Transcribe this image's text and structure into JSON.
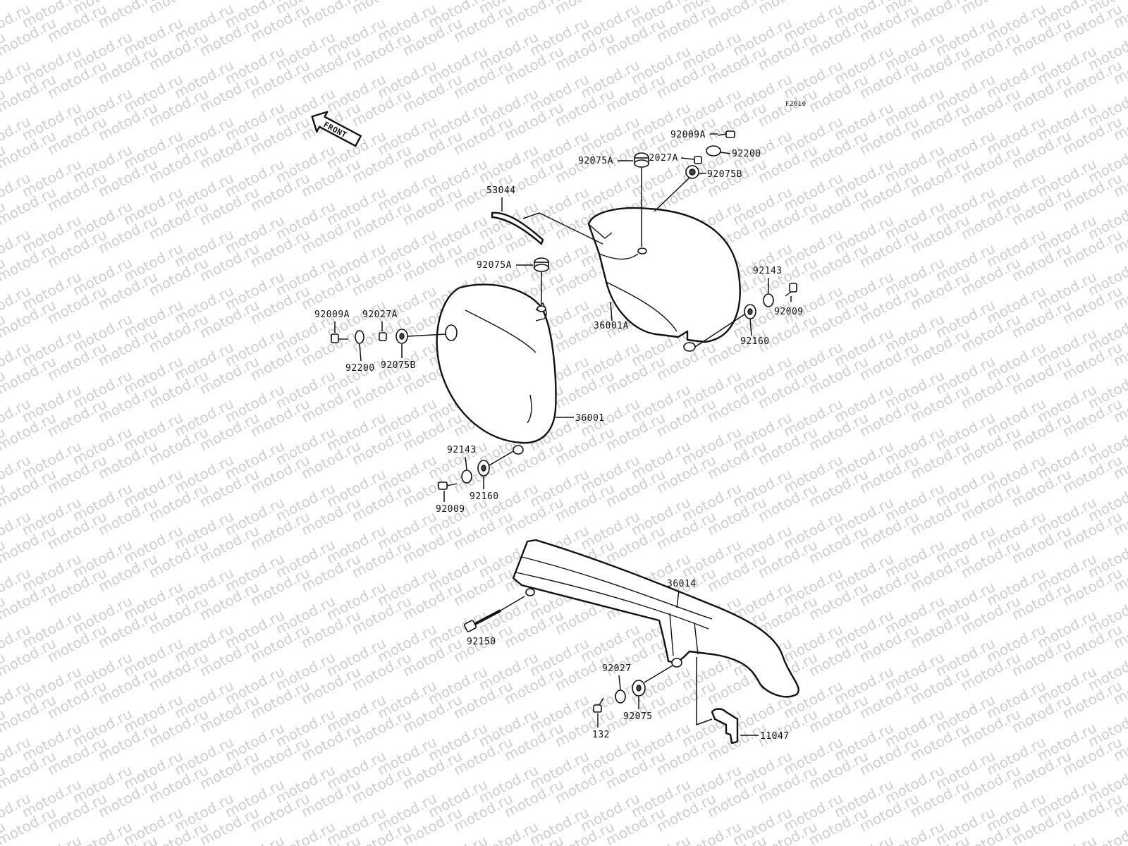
{
  "diagram": {
    "figure_id": "F2610",
    "front_arrow_label": "FRONT",
    "watermark_text": "motod.ru",
    "parts": {
      "p92009A_r": "92009A",
      "p92200_r": "92200",
      "p92027A_r": "92027A",
      "p92075B_r": "92075B",
      "p92075A_r": "92075A",
      "p53044": "53044",
      "p92075A_l": "92075A",
      "p92143_r": "92143",
      "p92009_r": "92009",
      "p36001A": "36001A",
      "p92160_r": "92160",
      "p92009A_l": "92009A",
      "p92027A_l": "92027A",
      "p92200_l": "92200",
      "p92075B_l": "92075B",
      "p36001": "36001",
      "p92143_l": "92143",
      "p92160_l": "92160",
      "p92009_l": "92009",
      "p36014": "36014",
      "p92150": "92150",
      "p92027": "92027",
      "p92075": "92075",
      "p132": "132",
      "p11047": "11047"
    }
  }
}
